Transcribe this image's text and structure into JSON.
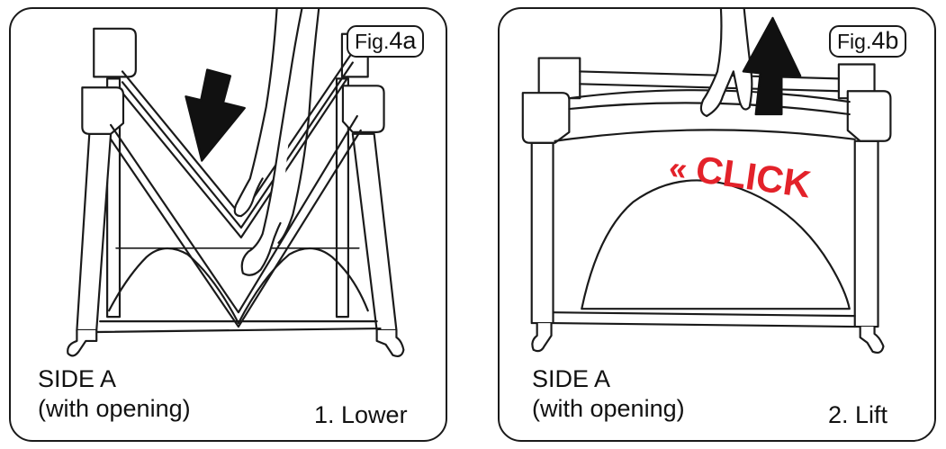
{
  "figures": [
    {
      "fig_prefix": "Fig.",
      "fig_number": "4a",
      "side_title": "SIDE A",
      "side_subtitle": "(with opening)",
      "step": "1. Lower",
      "arrow_direction": "down"
    },
    {
      "fig_prefix": "Fig.",
      "fig_number": "4b",
      "side_title": "SIDE A",
      "side_subtitle": "(with opening)",
      "step": "2. Lift",
      "arrow_direction": "up",
      "click_mark": "«",
      "click_text": "CLICK"
    }
  ],
  "colors": {
    "outline": "#1a1a1a",
    "click": "#e3222a",
    "arrow": "#111111"
  }
}
